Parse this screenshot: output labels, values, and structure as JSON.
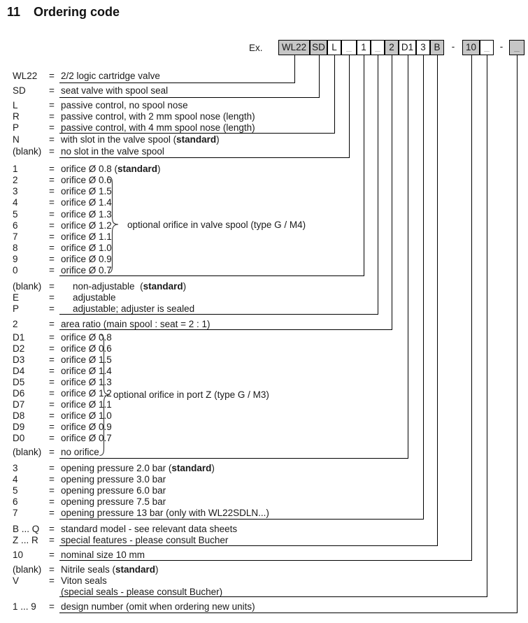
{
  "title": {
    "number": "11",
    "label": "Ordering code"
  },
  "example": {
    "label": "Ex."
  },
  "equals": "=",
  "separators": [
    "-",
    "-"
  ],
  "colors": {
    "shaded_box": "#c6c6c6",
    "line": "#000000",
    "text": "#1a1a1a",
    "placeholder_glyph": "#9e9e9e"
  },
  "code_boxes": [
    {
      "text": "WL22",
      "shaded": true,
      "placeholder": false
    },
    {
      "text": "SD",
      "shaded": true,
      "placeholder": false
    },
    {
      "text": "L",
      "shaded": false,
      "placeholder": false
    },
    {
      "text": "_",
      "shaded": false,
      "placeholder": true
    },
    {
      "text": "1",
      "shaded": false,
      "placeholder": false
    },
    {
      "text": "_",
      "shaded": false,
      "placeholder": true
    },
    {
      "text": "2",
      "shaded": true,
      "placeholder": false
    },
    {
      "text": "D1",
      "shaded": false,
      "placeholder": false
    },
    {
      "text": "3",
      "shaded": false,
      "placeholder": false
    },
    {
      "text": "B",
      "shaded": true,
      "placeholder": false
    },
    {
      "text": "10",
      "shaded": true,
      "placeholder": false
    },
    {
      "text": "_",
      "shaded": false,
      "placeholder": true
    },
    {
      "text": "_",
      "shaded": true,
      "placeholder": true
    }
  ],
  "sections": [
    {
      "rows": [
        {
          "code": "WL22",
          "desc": "2/2 logic cartridge valve"
        }
      ]
    },
    {
      "rows": [
        {
          "code": "SD",
          "desc": "seat valve with spool seal"
        }
      ]
    },
    {
      "rows": [
        {
          "code": "L",
          "desc": "passive control, no spool nose"
        },
        {
          "code": "R",
          "desc": "passive control, with 2 mm spool nose (length)"
        },
        {
          "code": "P",
          "desc": "passive control, with 4 mm spool nose (length)"
        }
      ]
    },
    {
      "rows": [
        {
          "code": "N",
          "desc": "with slot in the valve spool (standard)",
          "parts": [
            "with slot in the valve spool (",
            "standard",
            ")"
          ]
        },
        {
          "code": "(blank)",
          "desc": "no slot in the valve spool"
        }
      ]
    },
    {
      "rows": [
        {
          "code": "1",
          "desc": "orifice Ø 0.8 (standard)",
          "parts": [
            "orifice Ø 0.8 (",
            "standard",
            ")"
          ]
        },
        {
          "code": "2",
          "desc": "orifice Ø 0.6"
        },
        {
          "code": "3",
          "desc": "orifice Ø 1.5"
        },
        {
          "code": "4",
          "desc": "orifice Ø 1.4"
        },
        {
          "code": "5",
          "desc": "orifice Ø 1.3"
        },
        {
          "code": "6",
          "desc": "orifice Ø 1.2"
        },
        {
          "code": "7",
          "desc": "orifice Ø 1.1"
        },
        {
          "code": "8",
          "desc": "orifice Ø 1.0"
        },
        {
          "code": "9",
          "desc": "orifice Ø 0.9"
        },
        {
          "code": "0",
          "desc": "orifice Ø 0.7"
        }
      ]
    },
    {
      "rows": [
        {
          "code": "(blank)",
          "desc": "non-adjustable  (standard)",
          "parts": [
            "non-adjustable  (",
            "standard",
            ")"
          ],
          "indent": true
        },
        {
          "code": "E",
          "desc": "adjustable",
          "indent": true
        },
        {
          "code": "P",
          "desc": "adjustable; adjuster is sealed",
          "indent": true
        }
      ]
    },
    {
      "rows": [
        {
          "code": "2",
          "desc": "area ratio (main spool : seat = 2 : 1)"
        }
      ]
    },
    {
      "rows": [
        {
          "code": "D1",
          "desc": "orifice Ø 0.8"
        },
        {
          "code": "D2",
          "desc": "orifice Ø 0.6"
        },
        {
          "code": "D3",
          "desc": "orifice Ø 1.5"
        },
        {
          "code": "D4",
          "desc": "orifice Ø 1.4"
        },
        {
          "code": "D5",
          "desc": "orifice Ø 1.3"
        },
        {
          "code": "D6",
          "desc": "orifice Ø 1.2"
        },
        {
          "code": "D7",
          "desc": "orifice Ø 1.1"
        },
        {
          "code": "D8",
          "desc": "orifice Ø 1.0"
        },
        {
          "code": "D9",
          "desc": "orifice Ø 0.9"
        },
        {
          "code": "D0",
          "desc": "orifice Ø 0.7"
        },
        {
          "code": "(blank)",
          "desc": "no orifice"
        }
      ]
    },
    {
      "rows": [
        {
          "code": "3",
          "desc": "opening pressure 2.0 bar (standard)",
          "parts": [
            "opening pressure 2.0 bar (",
            "standard",
            ")"
          ]
        },
        {
          "code": "4",
          "desc": "opening pressure 3.0 bar"
        },
        {
          "code": "5",
          "desc": "opening pressure 6.0 bar"
        },
        {
          "code": "6",
          "desc": "opening pressure 7.5 bar"
        },
        {
          "code": "7",
          "desc": "opening pressure 13 bar (only with WL22SDLN...)"
        }
      ]
    },
    {
      "rows": [
        {
          "code": "B ... Q",
          "desc": "standard model - see relevant data sheets"
        },
        {
          "code": "Z ... R",
          "desc": "special features - please consult Bucher"
        }
      ]
    },
    {
      "rows": [
        {
          "code": "10",
          "desc": "nominal size 10 mm"
        }
      ]
    },
    {
      "rows": [
        {
          "code": "(blank)",
          "desc": "Nitrile seals (standard)",
          "parts": [
            "Nitrile seals (",
            "standard",
            ")"
          ]
        },
        {
          "code": "V",
          "desc": "Viton seals"
        },
        {
          "code": "",
          "desc": "(special seals - please consult Bucher)",
          "no_eq": true
        }
      ]
    },
    {
      "rows": [
        {
          "code": "1 ... 9",
          "desc": "design number (omit when ordering new units)"
        }
      ]
    }
  ],
  "braces": [
    {
      "label": "optional orifice in valve spool (type G / M4)"
    },
    {
      "label": "optional orifice in port Z (type G / M3)"
    }
  ]
}
